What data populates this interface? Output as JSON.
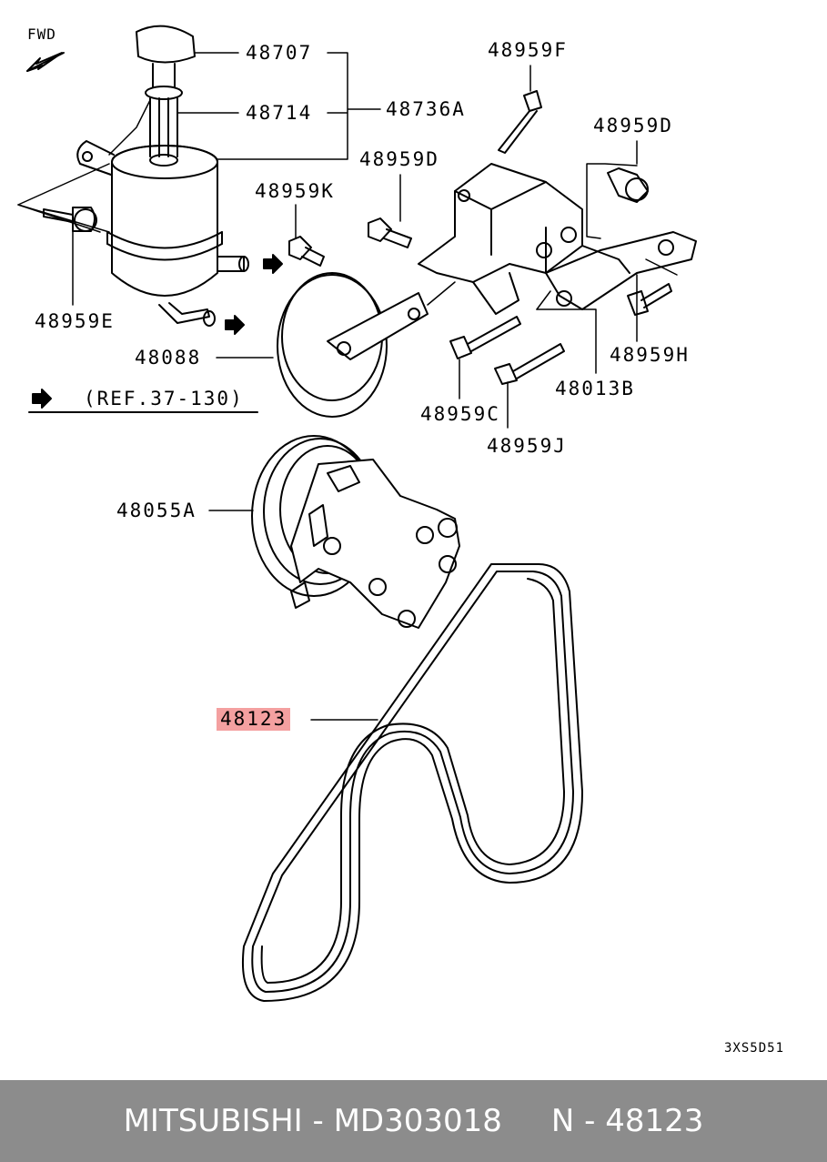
{
  "diagram": {
    "fwd_label": "FWD",
    "ref_label": "(REF.37-130)",
    "code": "3XS5D51",
    "highlight_color": "#f4a0a0",
    "parts": {
      "p48707": "48707",
      "p48714": "48714",
      "p48736A": "48736A",
      "p48959F": "48959F",
      "p48959D_top": "48959D",
      "p48959D_mid": "48959D",
      "p48959K": "48959K",
      "p48959E": "48959E",
      "p48088": "48088",
      "p48959H": "48959H",
      "p48013B": "48013B",
      "p48959C": "48959C",
      "p48959J": "48959J",
      "p48055A": "48055A",
      "p48123": "48123"
    }
  },
  "footer": {
    "text": "MITSUBISHI - MD303018     N - 48123",
    "background": "#8c8c8c"
  }
}
